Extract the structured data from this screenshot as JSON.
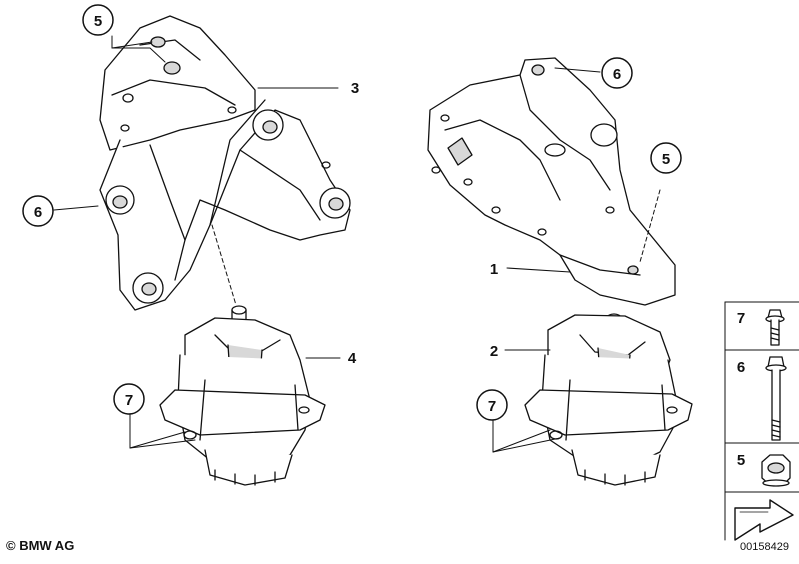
{
  "callouts": {
    "bracket_left_bolt": "5",
    "bracket_left_bushing": "6",
    "bracket_left": "3",
    "mount_left": "4",
    "mount_left_bolt": "7",
    "bracket_right_bushing": "6",
    "bracket_right_bolt": "5",
    "bracket_right": "1",
    "mount_right": "2",
    "mount_right_bolt": "7"
  },
  "legend": [
    {
      "number": "7",
      "icon": "short-flange-bolt-icon"
    },
    {
      "number": "6",
      "icon": "long-flange-bolt-icon"
    },
    {
      "number": "5",
      "icon": "hex-nut-icon"
    }
  ],
  "footer": {
    "copyright": "© BMW AG",
    "document_number": "00158429"
  },
  "colors": {
    "line": "#111111",
    "fill": "#ffffff",
    "shade": "#d8d8d8"
  }
}
